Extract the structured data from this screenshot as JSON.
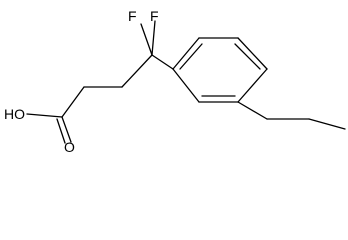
{
  "molecule": {
    "atoms": {
      "fluorine_left": "F",
      "fluorine_right": "F",
      "hydroxyl": "HO",
      "carbonyl_oxygen": "O"
    }
  },
  "colors": {
    "bond": "#000000",
    "label": "#000000",
    "background": "#ffffff"
  }
}
